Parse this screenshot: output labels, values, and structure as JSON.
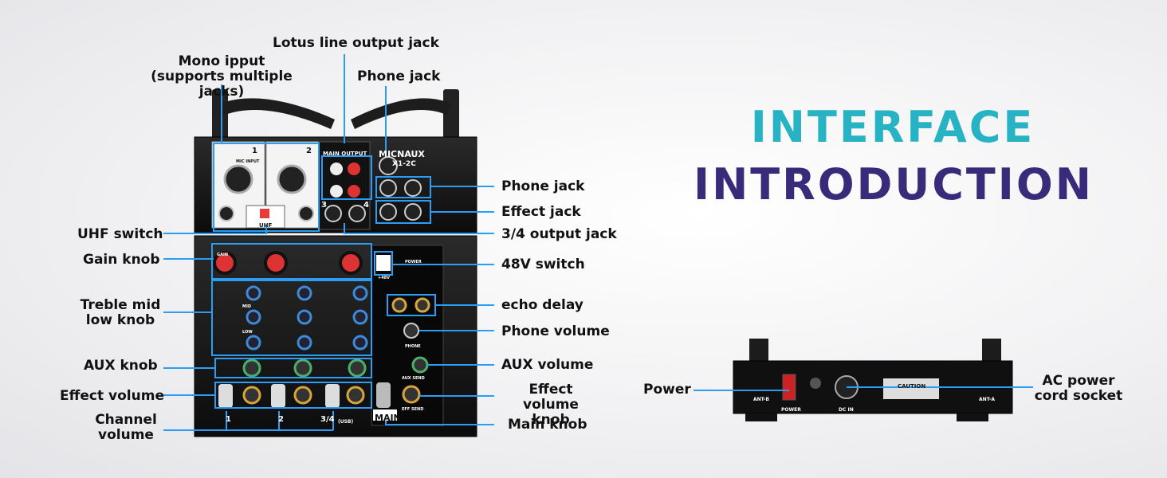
{
  "heading": {
    "line1": "INTERFACE",
    "line2": "INTRODUCTION"
  },
  "colors": {
    "callout_line": "#2a9df4",
    "title_line1": "#27b3c4",
    "title_line2": "#3a2a7a"
  },
  "labels": {
    "mono_input": "Mono ipput\n(supports multiple jacks)",
    "lotus_line_output_jack": "Lotus line output jack",
    "phone_jack_top": "Phone jack",
    "phone_jack": "Phone jack",
    "effect_jack": "Effect jack",
    "output_34_jack": "3/4 output jack",
    "switch_48v": "48V switch",
    "echo_delay": "echo delay",
    "phone_volume": "Phone volume",
    "aux_volume": "AUX volume",
    "effect_volume_knob": "Effect volume\nknob",
    "main_knob": "Main knob",
    "uhf_switch": "UHF switch",
    "gain_knob": "Gain knob",
    "treble_mid_low_knob": "Treble mid\nlow knob",
    "aux_knob": "AUX knob",
    "effect_volume": "Effect volume",
    "channel_volume": "Channel\nvolume",
    "power": "Power",
    "ac_power_cord_socket": "AC power\ncord socket"
  },
  "device_front": {
    "brand": "MICNAUX",
    "model": "X1-2C",
    "main_output": "MAIN OUTPUT",
    "ch1": "1",
    "ch2": "2",
    "ch3": "3",
    "ch4": "4",
    "uhf": "UHF",
    "mic_input": "MIC INPUT",
    "gain": "GAIN",
    "mid": "MID",
    "low": "LOW",
    "power": "POWER",
    "v48": "+48V",
    "phone": "PHONE",
    "aux_send": "AUX SEND",
    "eff_send": "EFF SEND",
    "main": "MAIN",
    "fader1": "1",
    "fader2": "2",
    "fader34": "3/4",
    "fader34_sub": "(USB)"
  },
  "device_back": {
    "ant_b": "ANT-B",
    "ant_a": "ANT-A",
    "power": "POWER",
    "dc_in": "DC IN",
    "caution": "CAUTION"
  }
}
